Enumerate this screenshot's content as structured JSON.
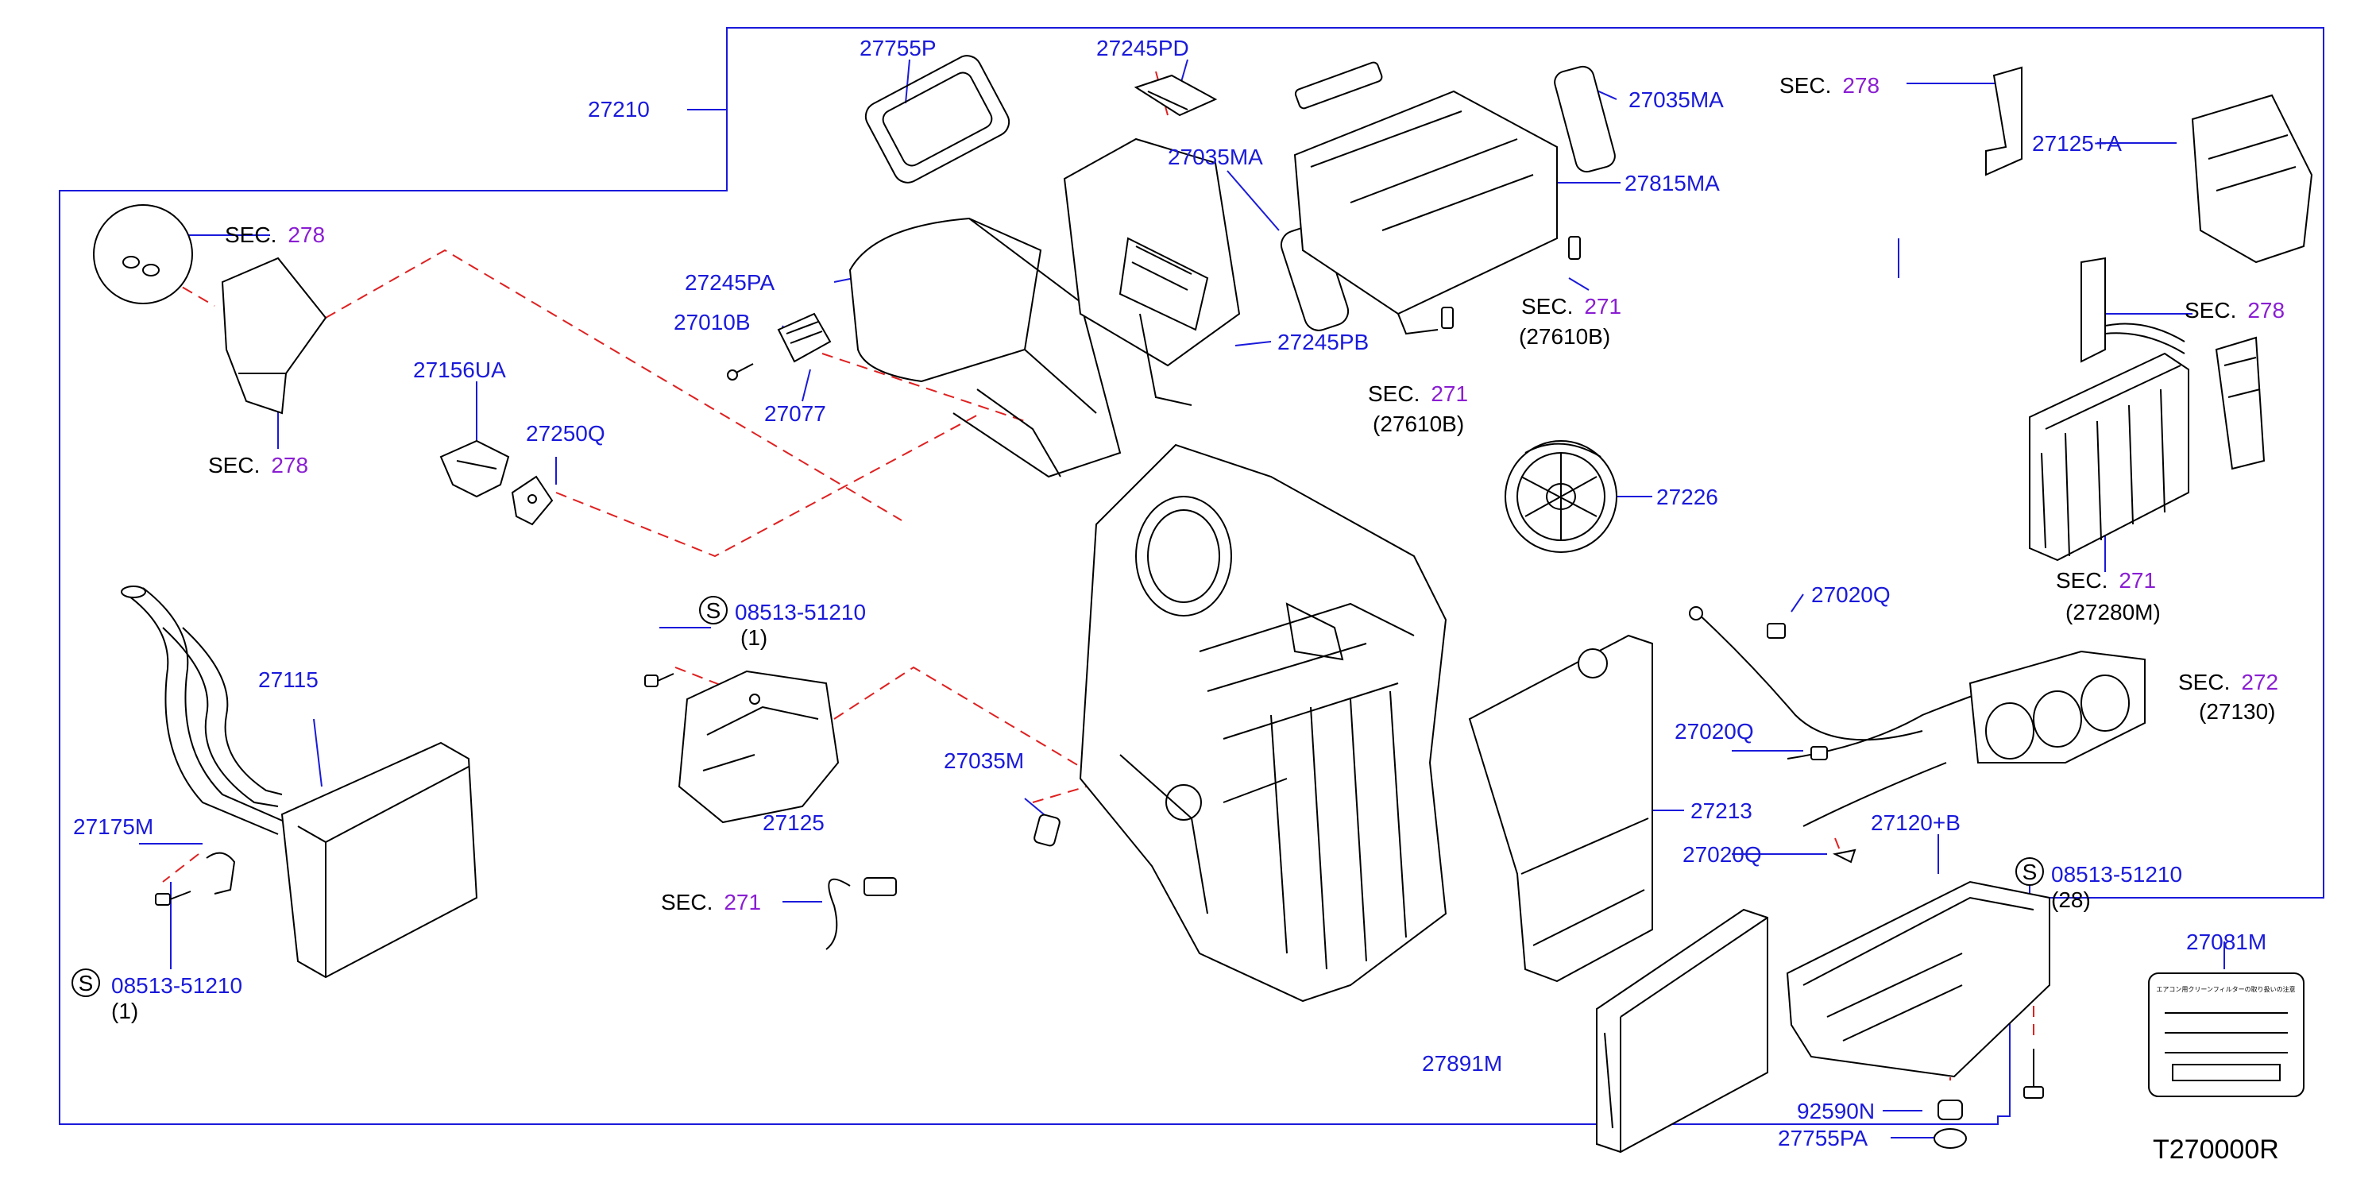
{
  "diagram_code": "T270000R",
  "section_prefix": "SEC.",
  "screw_symbol": "S",
  "parts": {
    "p27210": "27210",
    "p27755P": "27755P",
    "p27245PD": "27245PD",
    "p27035MA_a": "27035MA",
    "p27035MA_b": "27035MA",
    "p27815MA": "27815MA",
    "p27245PA": "27245PA",
    "p27010B": "27010B",
    "p27077": "27077",
    "p27245PB": "27245PB",
    "p27156UA": "27156UA",
    "p27250Q": "27250Q",
    "p27226": "27226",
    "p27125A": "27125+A",
    "p27280M_code": "(27280M)",
    "p27130_code": "(27130)",
    "p27020Q_a": "27020Q",
    "p27020Q_b": "27020Q",
    "p27020Q_c": "27020Q",
    "p27213": "27213",
    "p27120B": "27120+B",
    "p27115": "27115",
    "p27175M": "27175M",
    "p27125": "27125",
    "p27035M": "27035M",
    "p27891M": "27891M",
    "p92590N": "92590N",
    "p27755PA": "27755PA",
    "p27081M": "27081M",
    "p27610B_a": "(27610B)",
    "p27610B_b": "(27610B)"
  },
  "screws": [
    {
      "part": "08513-51210",
      "qty": "(1)"
    },
    {
      "part": "08513-51210",
      "qty": "(1)"
    },
    {
      "part": "08513-51210",
      "qty": "(28)"
    }
  ],
  "sections": {
    "s1": "278",
    "s2": "278",
    "s3": "278",
    "s4": "278",
    "s5": "271",
    "s6": "271",
    "s7": "271",
    "s8": "272",
    "s9": "271"
  },
  "label_plate_text": "エアコン用クリーンフィルターの取り扱いの注意"
}
